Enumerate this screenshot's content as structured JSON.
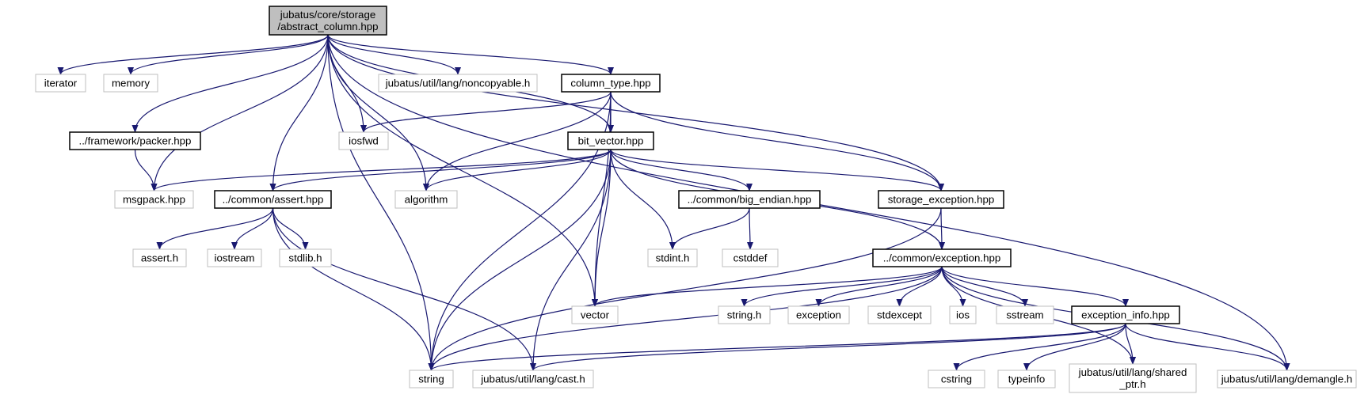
{
  "colors": {
    "edge": "#191970",
    "root_fill": "#bfbfbf",
    "local_stroke": "#000000",
    "system_stroke": "#bfbfbf",
    "fill": "#ffffff"
  },
  "nodes": [
    {
      "id": "root",
      "lines": [
        "jubatus/core/storage",
        "/abstract_column.hpp"
      ],
      "kind": "root"
    },
    {
      "id": "iterator",
      "lines": [
        "iterator"
      ],
      "kind": "system"
    },
    {
      "id": "memory",
      "lines": [
        "memory"
      ],
      "kind": "system"
    },
    {
      "id": "noncopyable",
      "lines": [
        "jubatus/util/lang/noncopyable.h"
      ],
      "kind": "system"
    },
    {
      "id": "column_type",
      "lines": [
        "column_type.hpp"
      ],
      "kind": "local"
    },
    {
      "id": "packer",
      "lines": [
        "../framework/packer.hpp"
      ],
      "kind": "local"
    },
    {
      "id": "iosfwd",
      "lines": [
        "iosfwd"
      ],
      "kind": "system"
    },
    {
      "id": "bit_vector",
      "lines": [
        "bit_vector.hpp"
      ],
      "kind": "local"
    },
    {
      "id": "msgpack",
      "lines": [
        "msgpack.hpp"
      ],
      "kind": "system"
    },
    {
      "id": "assert_hpp",
      "lines": [
        "../common/assert.hpp"
      ],
      "kind": "local"
    },
    {
      "id": "algorithm",
      "lines": [
        "algorithm"
      ],
      "kind": "system"
    },
    {
      "id": "big_endian",
      "lines": [
        "../common/big_endian.hpp"
      ],
      "kind": "local"
    },
    {
      "id": "storage_exception",
      "lines": [
        "storage_exception.hpp"
      ],
      "kind": "local"
    },
    {
      "id": "assert_h",
      "lines": [
        "assert.h"
      ],
      "kind": "system"
    },
    {
      "id": "iostream",
      "lines": [
        "iostream"
      ],
      "kind": "system"
    },
    {
      "id": "stdlib",
      "lines": [
        "stdlib.h"
      ],
      "kind": "system"
    },
    {
      "id": "stdint",
      "lines": [
        "stdint.h"
      ],
      "kind": "system"
    },
    {
      "id": "cstddef",
      "lines": [
        "cstddef"
      ],
      "kind": "system"
    },
    {
      "id": "exception_hpp",
      "lines": [
        "../common/exception.hpp"
      ],
      "kind": "local"
    },
    {
      "id": "vector",
      "lines": [
        "vector"
      ],
      "kind": "system"
    },
    {
      "id": "string_h",
      "lines": [
        "string.h"
      ],
      "kind": "system"
    },
    {
      "id": "exception",
      "lines": [
        "exception"
      ],
      "kind": "system"
    },
    {
      "id": "stdexcept",
      "lines": [
        "stdexcept"
      ],
      "kind": "system"
    },
    {
      "id": "ios",
      "lines": [
        "ios"
      ],
      "kind": "system"
    },
    {
      "id": "sstream",
      "lines": [
        "sstream"
      ],
      "kind": "system"
    },
    {
      "id": "exception_info",
      "lines": [
        "exception_info.hpp"
      ],
      "kind": "local"
    },
    {
      "id": "string",
      "lines": [
        "string"
      ],
      "kind": "system"
    },
    {
      "id": "cast",
      "lines": [
        "jubatus/util/lang/cast.h"
      ],
      "kind": "system"
    },
    {
      "id": "cstring",
      "lines": [
        "cstring"
      ],
      "kind": "system"
    },
    {
      "id": "typeinfo",
      "lines": [
        "typeinfo"
      ],
      "kind": "system"
    },
    {
      "id": "shared_ptr",
      "lines": [
        "jubatus/util/lang/shared",
        "_ptr.h"
      ],
      "kind": "system"
    },
    {
      "id": "demangle",
      "lines": [
        "jubatus/util/lang/demangle.h"
      ],
      "kind": "system"
    }
  ],
  "edges": [
    [
      "root",
      "iterator"
    ],
    [
      "root",
      "memory"
    ],
    [
      "root",
      "noncopyable"
    ],
    [
      "root",
      "column_type"
    ],
    [
      "root",
      "packer"
    ],
    [
      "root",
      "iosfwd"
    ],
    [
      "root",
      "bit_vector"
    ],
    [
      "root",
      "msgpack"
    ],
    [
      "root",
      "assert_hpp"
    ],
    [
      "root",
      "algorithm"
    ],
    [
      "root",
      "storage_exception"
    ],
    [
      "root",
      "vector"
    ],
    [
      "root",
      "string"
    ],
    [
      "root",
      "demangle"
    ],
    [
      "packer",
      "msgpack"
    ],
    [
      "column_type",
      "iosfwd"
    ],
    [
      "column_type",
      "bit_vector"
    ],
    [
      "column_type",
      "algorithm"
    ],
    [
      "column_type",
      "storage_exception"
    ],
    [
      "column_type",
      "vector"
    ],
    [
      "column_type",
      "string"
    ],
    [
      "bit_vector",
      "msgpack"
    ],
    [
      "bit_vector",
      "assert_hpp"
    ],
    [
      "bit_vector",
      "algorithm"
    ],
    [
      "bit_vector",
      "big_endian"
    ],
    [
      "bit_vector",
      "storage_exception"
    ],
    [
      "bit_vector",
      "exception_hpp"
    ],
    [
      "bit_vector",
      "stdint"
    ],
    [
      "bit_vector",
      "vector"
    ],
    [
      "bit_vector",
      "string"
    ],
    [
      "bit_vector",
      "cast"
    ],
    [
      "assert_hpp",
      "assert_h"
    ],
    [
      "assert_hpp",
      "iostream"
    ],
    [
      "assert_hpp",
      "stdlib"
    ],
    [
      "assert_hpp",
      "string"
    ],
    [
      "assert_hpp",
      "cast"
    ],
    [
      "big_endian",
      "stdint"
    ],
    [
      "big_endian",
      "cstddef"
    ],
    [
      "storage_exception",
      "exception_hpp"
    ],
    [
      "storage_exception",
      "string"
    ],
    [
      "exception_hpp",
      "vector"
    ],
    [
      "exception_hpp",
      "string_h"
    ],
    [
      "exception_hpp",
      "exception"
    ],
    [
      "exception_hpp",
      "stdexcept"
    ],
    [
      "exception_hpp",
      "ios"
    ],
    [
      "exception_hpp",
      "sstream"
    ],
    [
      "exception_hpp",
      "exception_info"
    ],
    [
      "exception_hpp",
      "string"
    ],
    [
      "exception_hpp",
      "shared_ptr"
    ],
    [
      "exception_hpp",
      "demangle"
    ],
    [
      "exception_info",
      "string"
    ],
    [
      "exception_info",
      "cast"
    ],
    [
      "exception_info",
      "cstring"
    ],
    [
      "exception_info",
      "typeinfo"
    ],
    [
      "exception_info",
      "shared_ptr"
    ],
    [
      "exception_info",
      "demangle"
    ]
  ]
}
